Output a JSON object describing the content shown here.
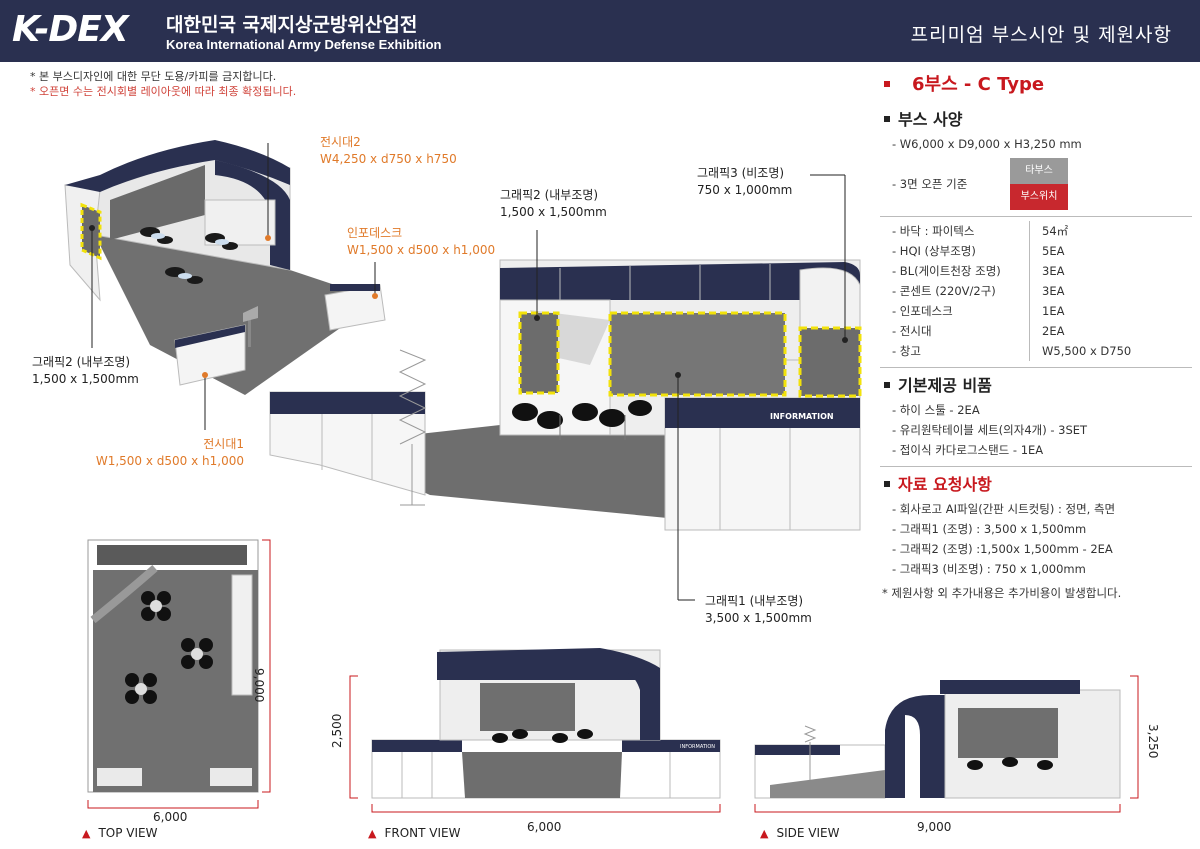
{
  "header": {
    "logo": "K-DEX",
    "logo_kr": "대한민국 국제지상군방위산업전",
    "logo_en": "Korea International Army Defense Exhibition",
    "title": "프리미엄 부스시안 및 제원사항"
  },
  "notices": [
    "* 본 부스디자인에 대한 무단 도용/카피를 금지합니다.",
    "* 오픈면 수는 전시회별 레이아웃에 따라 최종 확정됩니다."
  ],
  "labels": {
    "display2": {
      "name": "전시대2",
      "size": "W4,250 x d750 x h750"
    },
    "info_desk": {
      "name": "인포데스크",
      "size": "W1,500 x d500 x h1,000"
    },
    "graphic2_left": {
      "name": "그래픽2 (내부조명)",
      "size": "1,500 x 1,500mm"
    },
    "display1": {
      "name": "전시대1",
      "size": "W1,500 x d500 x h1,000"
    },
    "graphic2_main": {
      "name": "그래픽2 (내부조명)",
      "size": "1,500 x 1,500mm"
    },
    "graphic3": {
      "name": "그래픽3 (비조명)",
      "size": "750 x 1,000mm"
    },
    "graphic1": {
      "name": "그래픽1 (내부조명)",
      "size": "3,500 x 1,500mm"
    },
    "information": "INFORMATION"
  },
  "panel": {
    "booth_title": "6부스 - C Type",
    "spec_title": "부스 사양",
    "spec_size": "- W6,000 x D9,000 x H3,250  mm",
    "open_sides": "- 3면 오픈 기준",
    "legend_other": "타부스",
    "legend_position": "부스위치",
    "items": [
      {
        "k": "- 바닥 : 파이텍스",
        "v": "54㎡"
      },
      {
        "k": "- HQI (상부조명)",
        "v": "5EA"
      },
      {
        "k": "- BL(게이트천장 조명)",
        "v": "3EA"
      },
      {
        "k": "- 콘센트 (220V/2구)",
        "v": "3EA"
      },
      {
        "k": "- 인포데스크",
        "v": "1EA"
      },
      {
        "k": "- 전시대",
        "v": "2EA"
      },
      {
        "k": "- 창고",
        "v": "W5,500 x D750"
      }
    ],
    "basic_title": "기본제공 비품",
    "basic_items": [
      "- 하이 스툴 - 2EA",
      "- 유리원탁테이블 세트(의자4개) - 3SET",
      "- 접이식 카다로그스탠드 - 1EA"
    ],
    "request_title": "자료 요청사항",
    "request_items": [
      "- 회사로고 AI파일(간판 시트컷팅) : 정면, 측면",
      "- 그래픽1 (조명) : 3,500 x 1,500mm",
      "- 그래픽2 (조명) :1,500x 1,500mm - 2EA",
      "- 그래픽3 (비조명) : 750  x 1,000mm"
    ],
    "footnote": "* 제원사항 외 추가내용은 추가비용이 발생합니다."
  },
  "views": {
    "top": {
      "caption": "TOP VIEW",
      "width": "6,000",
      "depth": "9,000"
    },
    "front": {
      "caption": "FRONT VIEW",
      "width": "6,000",
      "height": "2,500"
    },
    "side": {
      "caption": "SIDE VIEW",
      "width": "9,000",
      "height": "3,250"
    }
  },
  "colors": {
    "header_bg": "#2a3050",
    "navy": "#2a3050",
    "orange": "#e07a2a",
    "red": "#c8181e",
    "floor": "#6e6e6e",
    "graphic": "#7a7a7a",
    "highlight": "#f2e20a",
    "swatch_other": "#9a9a9a",
    "swatch_position": "#c8282e"
  }
}
